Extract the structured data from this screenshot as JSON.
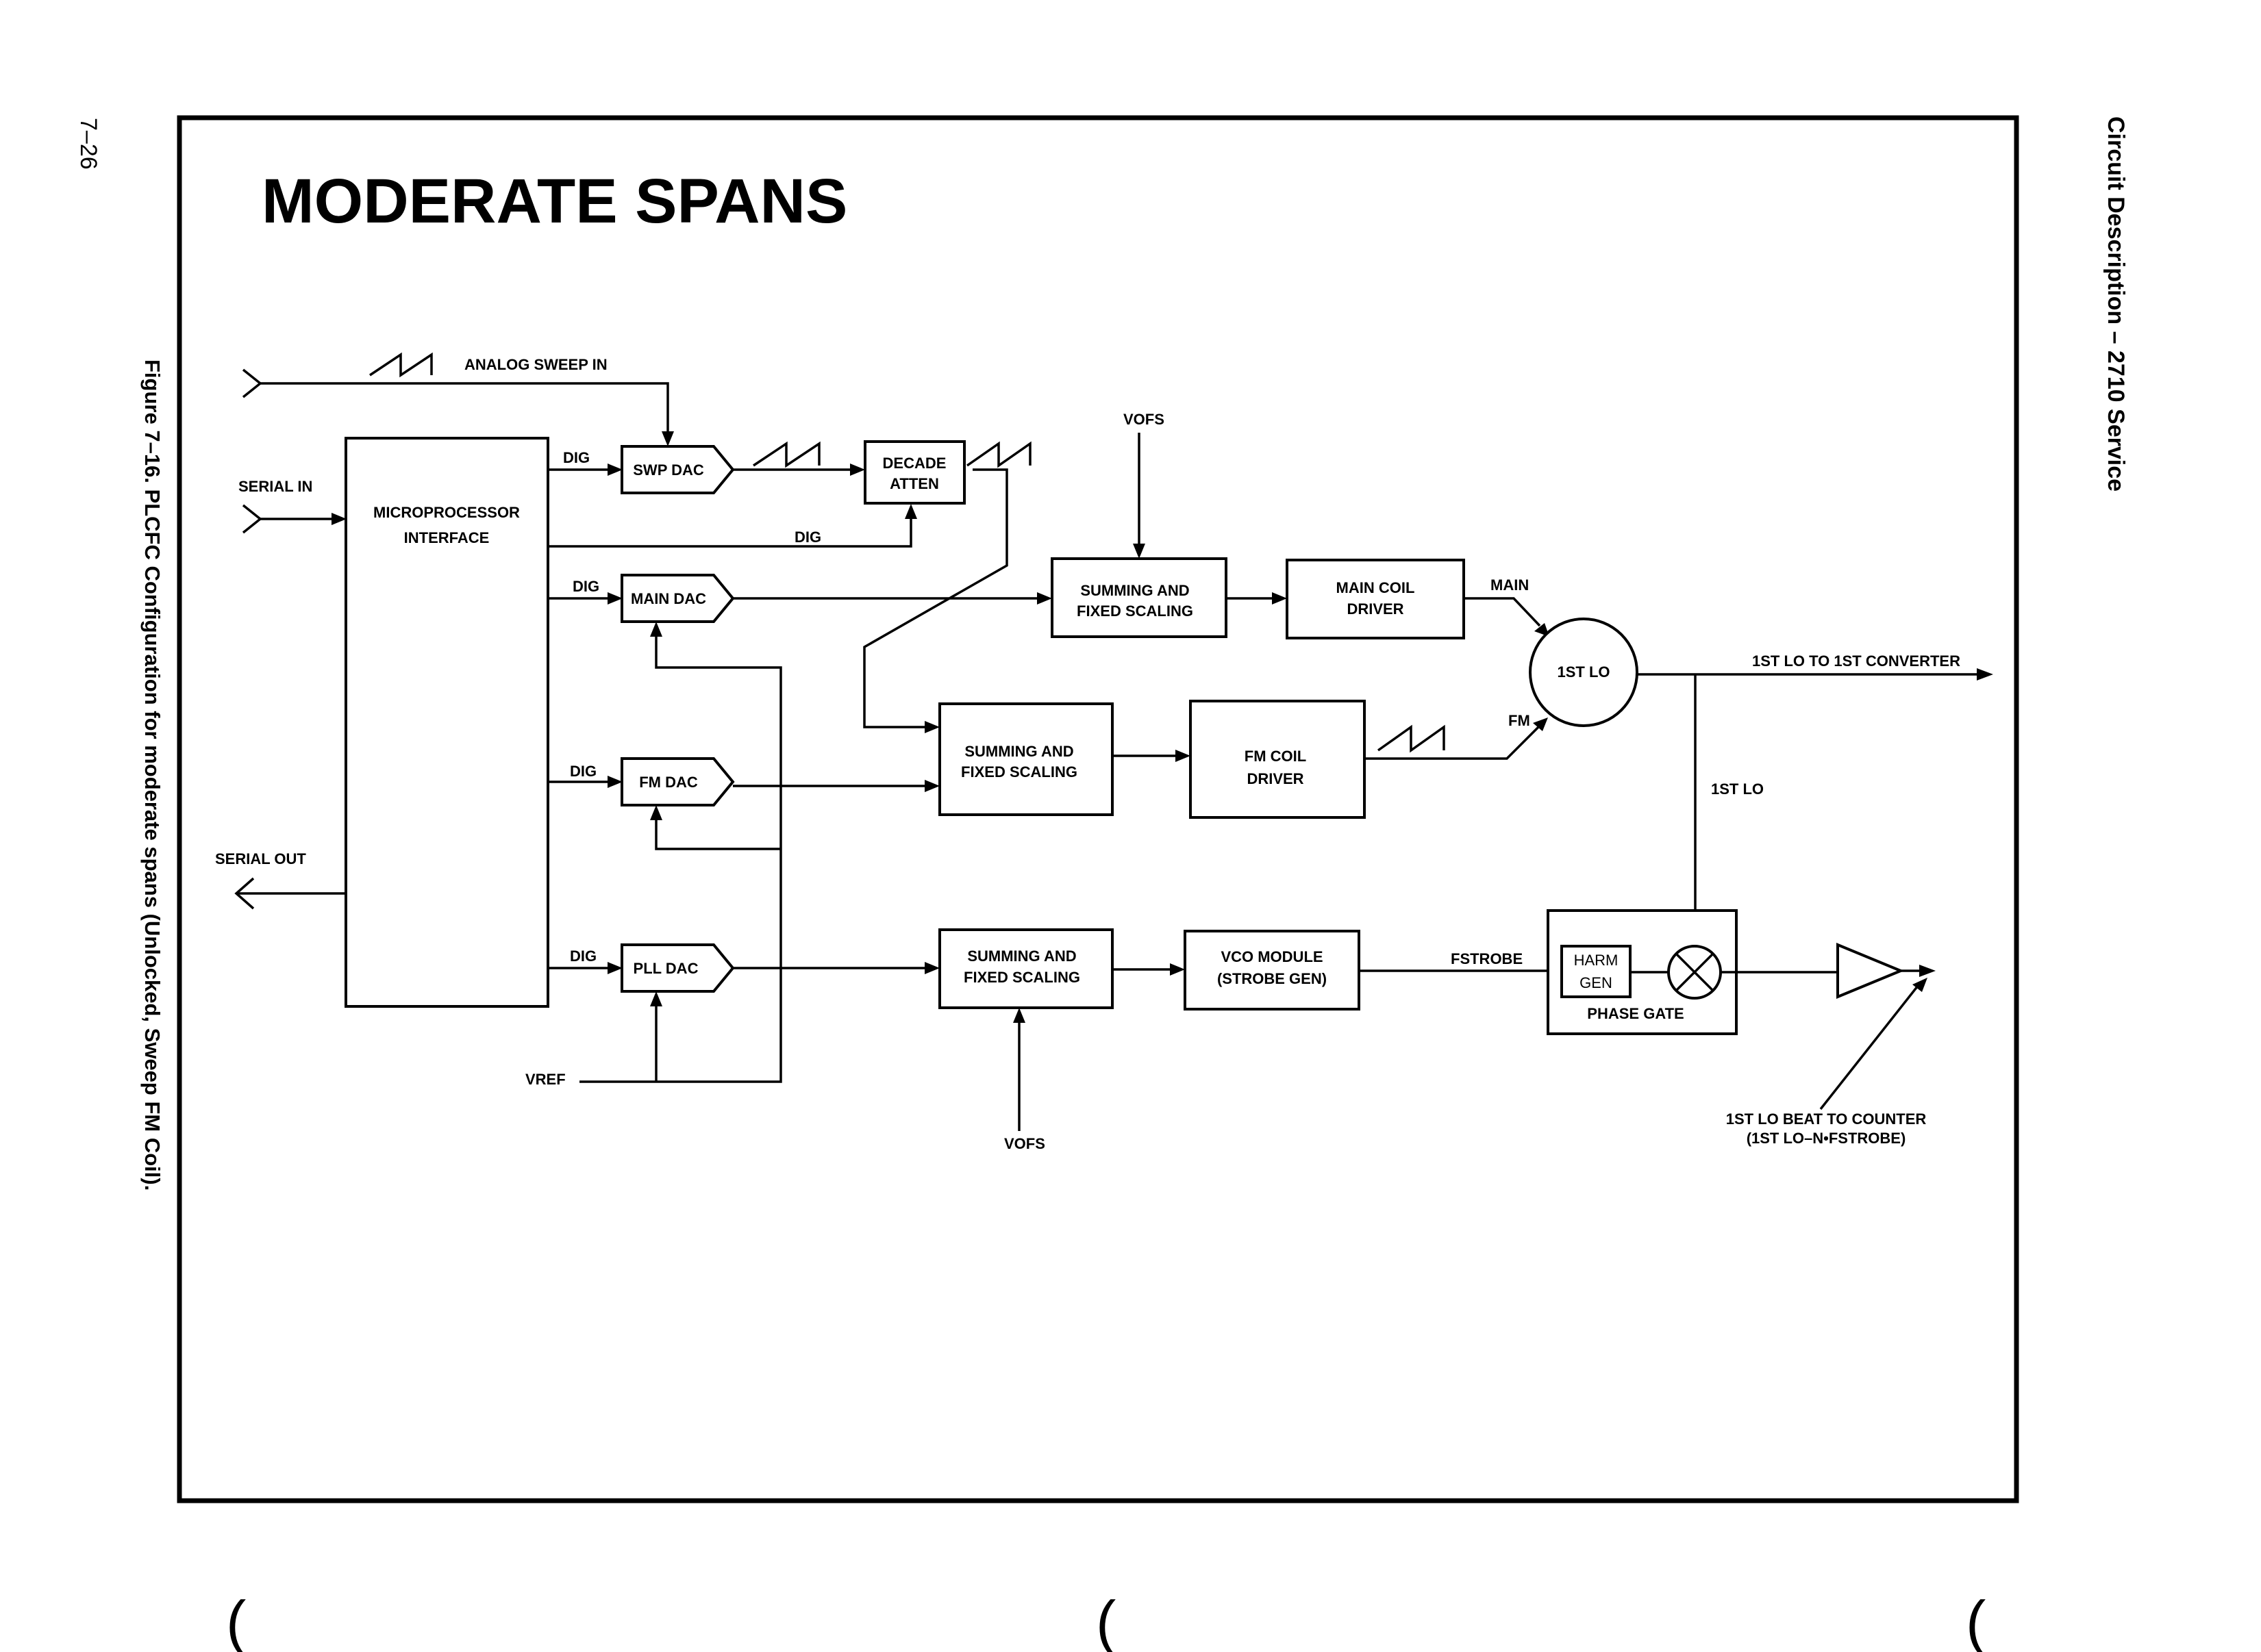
{
  "page": {
    "page_number": "7–26",
    "header": "Circuit Description – 2710 Service",
    "caption": "Figure 7–16.  PLCFC Configuration for moderate spans (Unlocked, Sweep FM Coil).",
    "title": "MODERATE SPANS",
    "footer_marks": [
      "(",
      "(",
      "("
    ]
  },
  "blocks": {
    "microprocessor": [
      "MICROPROCESSOR",
      "INTERFACE"
    ],
    "swp_dac": "SWP DAC",
    "decade_atten": [
      "DECADE",
      "ATTEN"
    ],
    "main_dac": "MAIN DAC",
    "fm_dac": "FM DAC",
    "pll_dac": "PLL DAC",
    "sum_main": [
      "SUMMING AND",
      "FIXED SCALING"
    ],
    "sum_fm": [
      "SUMMING AND",
      "FIXED SCALING"
    ],
    "sum_pll": [
      "SUMMING AND",
      "FIXED SCALING"
    ],
    "main_coil": [
      "MAIN COIL",
      "DRIVER"
    ],
    "fm_coil": [
      "FM COIL",
      "DRIVER"
    ],
    "vco": [
      "VCO MODULE",
      "(STROBE GEN)"
    ],
    "first_lo": "1ST LO",
    "harm_gen": [
      "HARM",
      "GEN"
    ],
    "phase_gate": "PHASE GATE"
  },
  "signals": {
    "analog_sweep_in": "ANALOG SWEEP IN",
    "serial_in": "SERIAL IN",
    "serial_out": "SERIAL OUT",
    "dig": "DIG",
    "vofs": "VOFS",
    "vref": "VREF",
    "main": "MAIN",
    "fm": "FM",
    "lo_to_converter": "1ST LO TO 1ST CONVERTER",
    "first_lo_feedback": "1ST LO",
    "fstrobe": "FSTROBE",
    "beat_line1": "1ST LO BEAT TO COUNTER",
    "beat_line2": "(1ST LO–N•FSTROBE)"
  }
}
